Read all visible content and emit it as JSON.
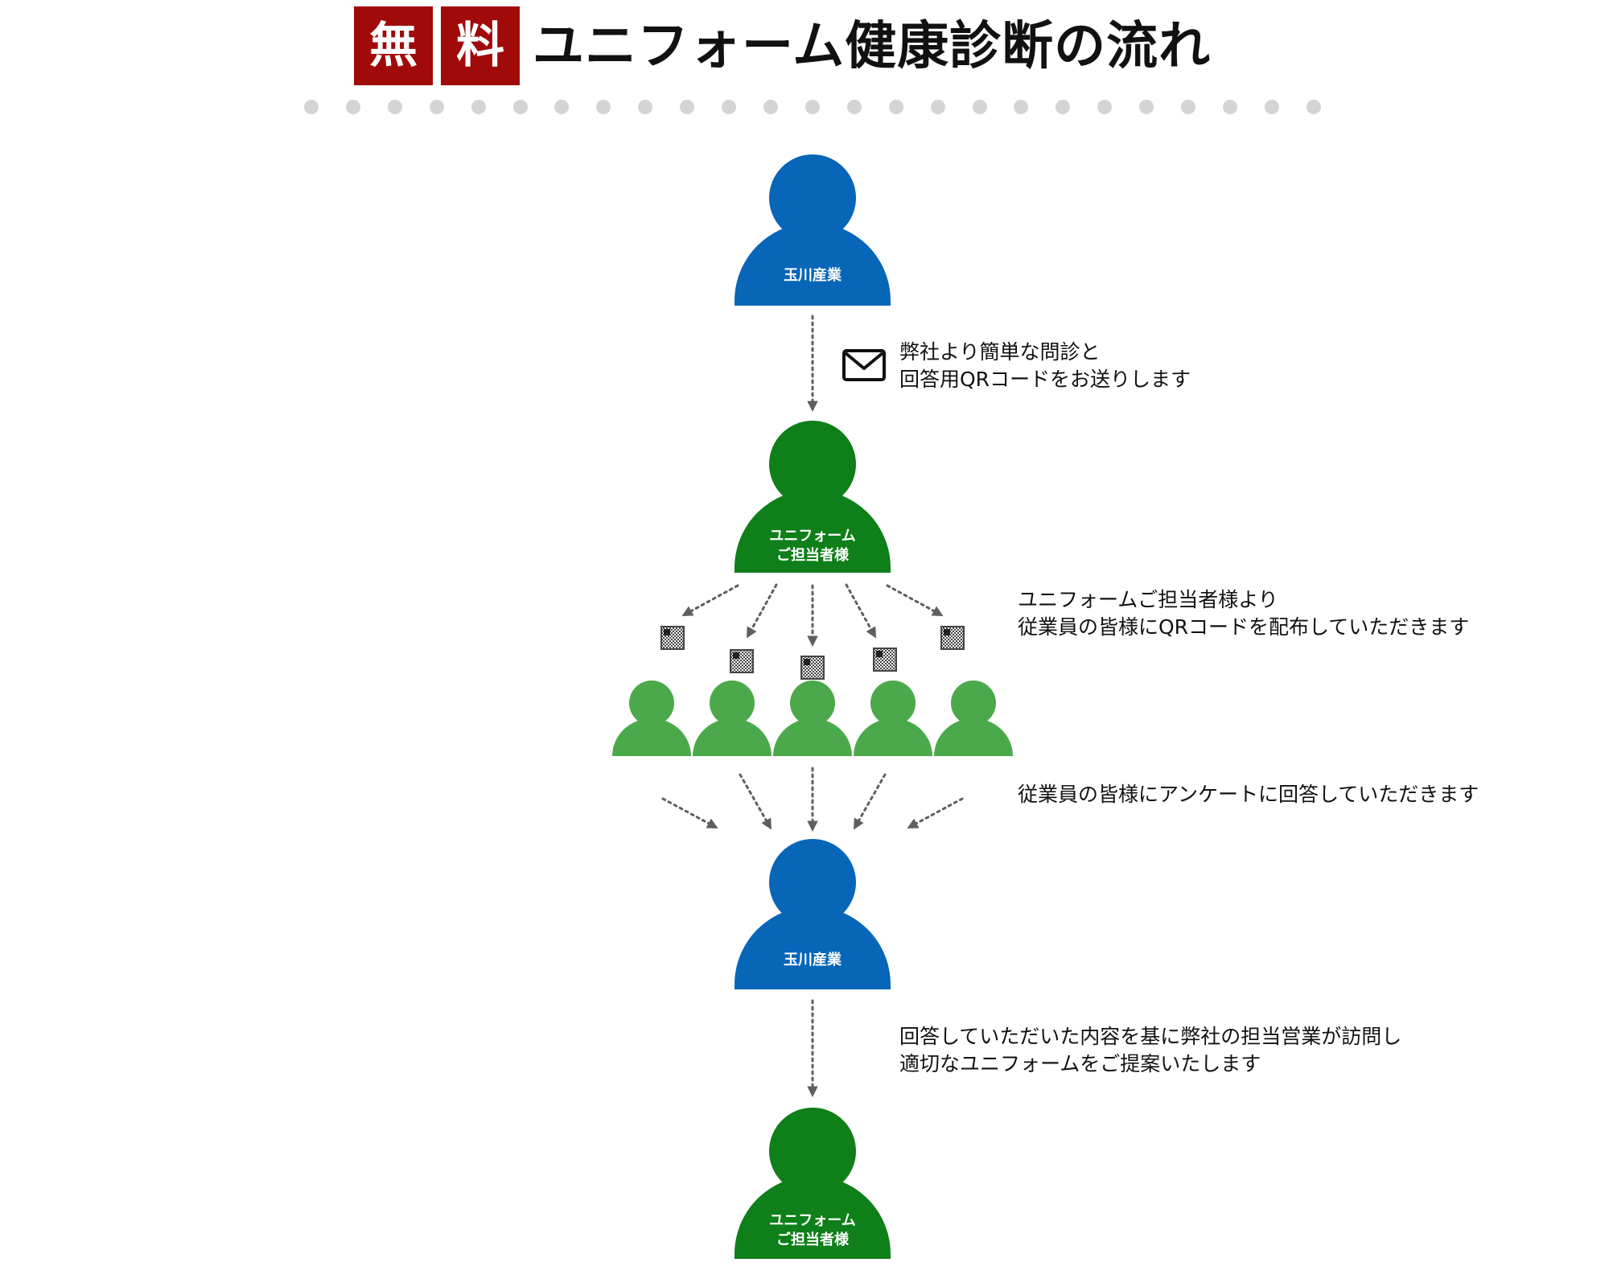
{
  "header": {
    "badge_1": "無",
    "badge_2": "料",
    "title": "ユニフォーム健康診断の流れ"
  },
  "colors": {
    "badge_red": "#a10a0a",
    "company_blue": "#0766b8",
    "contact_green": "#0e7f19",
    "employee_green": "#4ca94b",
    "arrow_gray": "#5f5f5f",
    "dot_gray": "#d4d4d4"
  },
  "nodes": {
    "company_top": "玉川産業",
    "contact_1_line1": "ユニフォーム",
    "contact_1_line2": "ご担当者様",
    "company_mid": "玉川産業",
    "contact_2_line1": "ユニフォーム",
    "contact_2_line2": "ご担当者様"
  },
  "steps": {
    "step1_line1": "弊社より簡単な問診と",
    "step1_line2": "回答用QRコードをお送りします",
    "step2_line1": "ユニフォームご担当者様より",
    "step2_line2": "従業員の皆様にQRコードを配布していただきます",
    "step3_line1": "従業員の皆様にアンケートに回答していただきます",
    "step4_line1": "回答していただいた内容を基に弊社の担当営業が訪問し",
    "step4_line2": "適切なユニフォームをご提案いたします"
  },
  "icons": {
    "mail": "envelope-icon",
    "qr": "qr-code-icon",
    "person": "person-icon"
  }
}
